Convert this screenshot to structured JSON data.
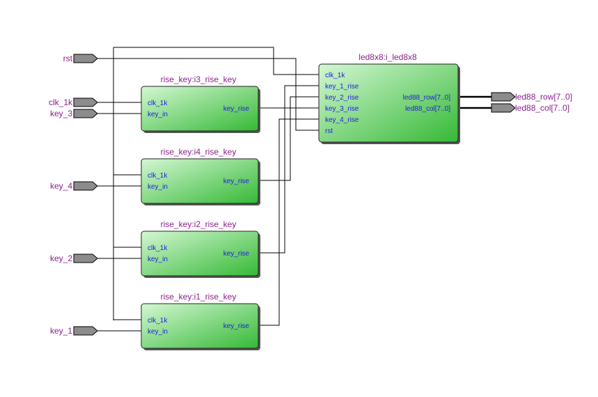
{
  "inputs": {
    "rst": "rst",
    "clk": "clk_1k",
    "key3": "key_3",
    "key4": "key_4",
    "key2": "key_2",
    "key1": "key_1"
  },
  "outputs": {
    "row": "led88_row[7..0]",
    "col": "led88_col[7..0]"
  },
  "rise_blocks": [
    {
      "title": "rise_key:i3_rise_key",
      "clk_pin": "clk_1k",
      "in_pin": "key_in",
      "out_pin": "key_rise"
    },
    {
      "title": "rise_key:i4_rise_key",
      "clk_pin": "clk_1k",
      "in_pin": "key_in",
      "out_pin": "key_rise"
    },
    {
      "title": "rise_key:i2_rise_key",
      "clk_pin": "clk_1k",
      "in_pin": "key_in",
      "out_pin": "key_rise"
    },
    {
      "title": "rise_key:i1_rise_key",
      "clk_pin": "clk_1k",
      "in_pin": "key_in",
      "out_pin": "key_rise"
    }
  ],
  "led_block": {
    "title": "led8x8:i_led8x8",
    "pins_in": [
      "clk_1k",
      "key_1_rise",
      "key_2_rise",
      "key_3_rise",
      "key_4_rise",
      "rst"
    ],
    "pins_out": [
      "led88_row[7..0]",
      "led88_col[7..0]"
    ]
  },
  "colors": {
    "block_light": "#c8f5c8",
    "block_dark": "#3cbf3c",
    "title": "#8a1f8a",
    "pin_text": "#1f1fd8",
    "port_fill": "#8c8c8c"
  }
}
